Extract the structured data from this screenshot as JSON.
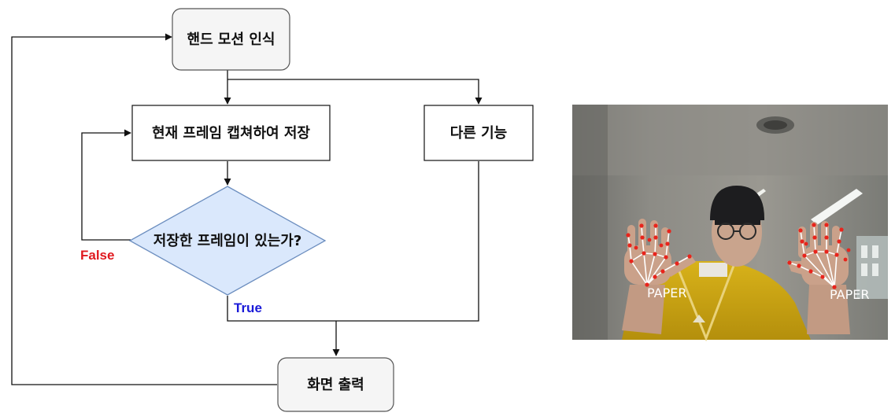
{
  "flowchart": {
    "start": "핸드 모션 인식",
    "capture": "현재 프레임 캡쳐하여 저장",
    "other": "다른 기능",
    "decision": "저장한 프레임이 있는가?",
    "output": "화면 출력",
    "false_label": "False",
    "true_label": "True"
  },
  "photo": {
    "left_label": "PAPER",
    "right_label": "PAPER"
  },
  "colors": {
    "false": "#e0191f",
    "true": "#1a1ad8",
    "decision_fill": "#dae8fc",
    "decision_stroke": "#6c8ebf",
    "rounded_fill": "#f5f5f5",
    "landmark": "#e8241c"
  }
}
